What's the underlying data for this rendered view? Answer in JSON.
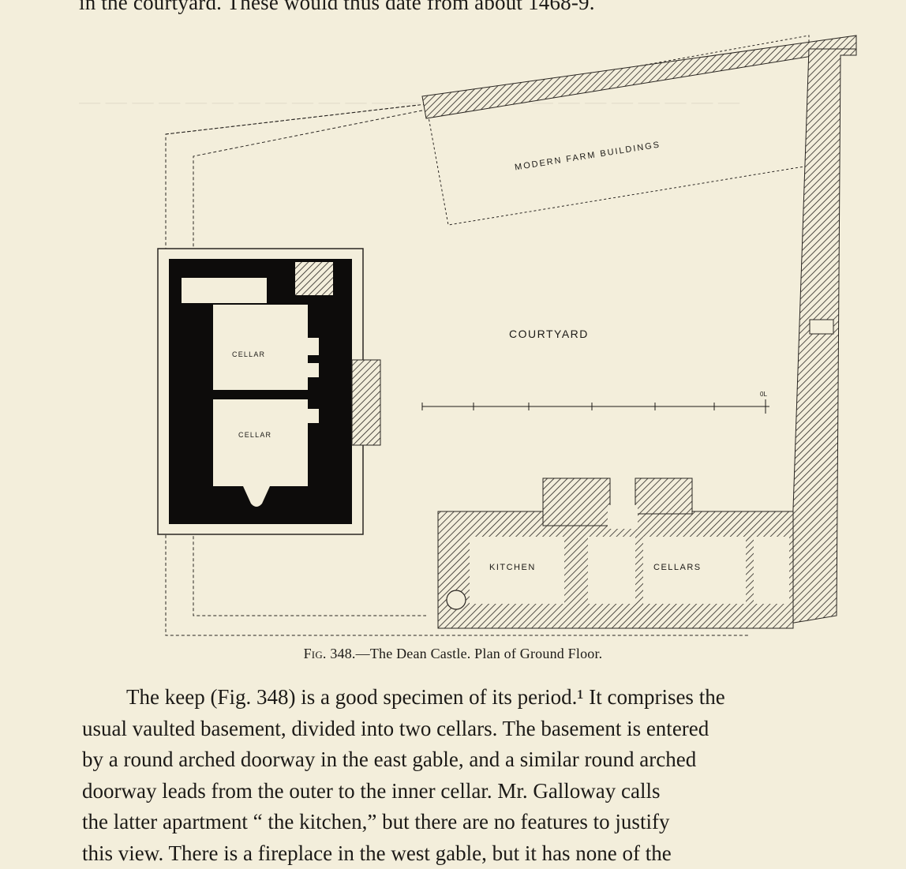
{
  "top_line": "in the courtyard.  These would thus date from about 1468-9.",
  "figure": {
    "labels": {
      "modern_farm": "MODERN FARM BUILDINGS",
      "courtyard": "COURTYARD",
      "cellar_upper": "CELLAR",
      "cellar_lower": "CELLAR",
      "kitchen": "KITCHEN",
      "cellars": "CELLARS",
      "scale_mark": "0L"
    },
    "caption_fig": "Fig. 348.",
    "caption_text": "—The Dean Castle.  Plan of Ground Floor."
  },
  "paragraph_lines": [
    "The keep (Fig. 348) is a good specimen of its period.¹  It comprises the",
    "usual vaulted basement, divided into two cellars.  The basement is entered",
    "by a round arched doorway in the east gable, and a similar round arched",
    "doorway leads from the outer to the inner cellar.  Mr. Galloway calls",
    "the latter apartment “ the kitchen,” but there are no features to justify",
    "this view.  There is a fireplace in the west gable, but it has none of the"
  ]
}
